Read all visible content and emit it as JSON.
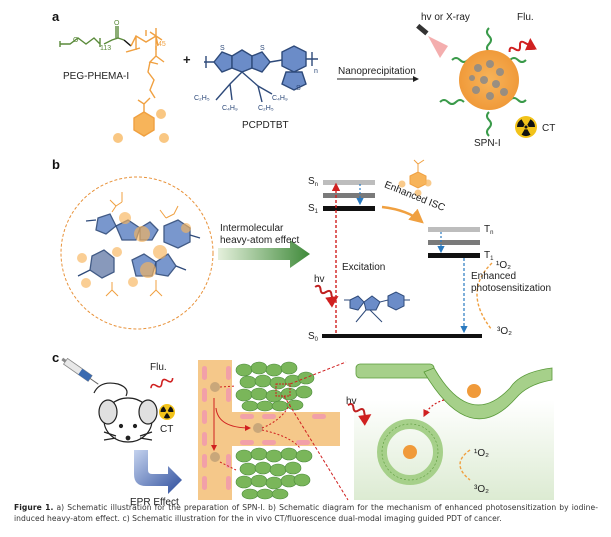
{
  "figure": {
    "panels": {
      "a": {
        "letter": "a",
        "polymer1_label": "PEG-PHEMA-I",
        "peg_repeat": "113",
        "phema_repeat": "45",
        "plus": "+",
        "polymer2_label": "PCPDTBT",
        "polymer2_repeat": "n",
        "s_atom": "S",
        "n_atom": "N",
        "iodine": "I",
        "o_atom": "O",
        "sub_c2h5": "C₂H₅",
        "sub_c4h9": "C₄H₉",
        "process_label": "Nanoprecipitation",
        "excitation_label": "hv or X-ray",
        "fluorescence_label": "Flu.",
        "ct_label": "CT",
        "nanoparticle_label": "SPN-I"
      },
      "b": {
        "letter": "b",
        "effect_label_line1": "Intermolecular",
        "effect_label_line2": "heavy-atom  effect",
        "level_sn": "S",
        "level_sn_sub": "n",
        "level_s1": "S",
        "level_s1_sub": "1",
        "level_s0": "S",
        "level_s0_sub": "0",
        "level_tn": "T",
        "level_tn_sub": "n",
        "level_t1": "T",
        "level_t1_sub": "1",
        "isc_label": "Enhanced ISC",
        "excitation_label": "Excitation",
        "hv_label": "hv",
        "photosens_line1": "Enhanced",
        "photosens_line2": "photosensitization",
        "singlet_oxygen": "¹O₂",
        "triplet_oxygen": "³O₂"
      },
      "c": {
        "letter": "c",
        "fluorescence_label": "Flu.",
        "ct_label": "CT",
        "epr_label": "EPR Effect",
        "hv_label": "hv",
        "singlet_oxygen": "¹O₂",
        "triplet_oxygen": "³O₂"
      }
    },
    "caption": {
      "prefix": "Figure 1.",
      "text": " a) Schematic illustration for the preparation of SPN-I. b) Schematic diagram for the mechanism of enhanced photosensitization by iodine-induced heavy-atom effect. c) Schematic illustration for the in vivo CT/fluorescence dual-modal imaging guided PDT of cancer."
    },
    "colors": {
      "peg_green": "#5a8a3a",
      "phema_orange": "#f0a040",
      "polymer_blue": "#2e4a7a",
      "polymer_fill": "#6b8cc8",
      "excitation_red": "#d02020",
      "transition_blue": "#2a7ac0",
      "arrow_green": "#3f8a3a",
      "cell_green": "#7ab65a",
      "vessel_orange": "#f5c88a"
    }
  }
}
